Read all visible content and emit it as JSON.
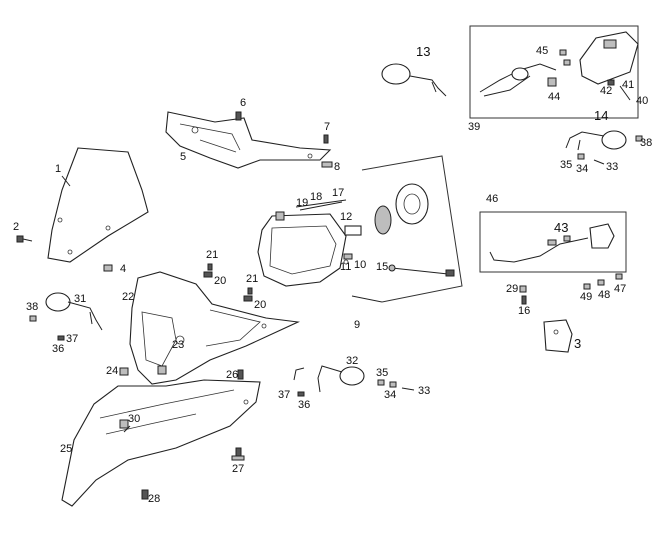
{
  "callouts": [
    {
      "id": "1",
      "text": "1"
    },
    {
      "id": "2",
      "text": "2"
    },
    {
      "id": "3",
      "text": "3"
    },
    {
      "id": "4",
      "text": "4"
    },
    {
      "id": "5",
      "text": "5"
    },
    {
      "id": "6",
      "text": "6"
    },
    {
      "id": "7",
      "text": "7"
    },
    {
      "id": "8",
      "text": "8"
    },
    {
      "id": "9",
      "text": "9"
    },
    {
      "id": "10",
      "text": "10"
    },
    {
      "id": "11",
      "text": "11"
    },
    {
      "id": "12",
      "text": "12"
    },
    {
      "id": "13",
      "text": "13"
    },
    {
      "id": "14",
      "text": "14"
    },
    {
      "id": "15",
      "text": "15"
    },
    {
      "id": "16",
      "text": "16"
    },
    {
      "id": "17",
      "text": "17"
    },
    {
      "id": "18",
      "text": "18"
    },
    {
      "id": "19",
      "text": "19"
    },
    {
      "id": "20a",
      "text": "20"
    },
    {
      "id": "20b",
      "text": "20"
    },
    {
      "id": "21a",
      "text": "21"
    },
    {
      "id": "21b",
      "text": "21"
    },
    {
      "id": "22",
      "text": "22"
    },
    {
      "id": "23",
      "text": "23"
    },
    {
      "id": "24",
      "text": "24"
    },
    {
      "id": "25",
      "text": "25"
    },
    {
      "id": "26",
      "text": "26"
    },
    {
      "id": "27",
      "text": "27"
    },
    {
      "id": "28",
      "text": "28"
    },
    {
      "id": "29",
      "text": "29"
    },
    {
      "id": "30",
      "text": "30"
    },
    {
      "id": "31",
      "text": "31"
    },
    {
      "id": "32",
      "text": "32"
    },
    {
      "id": "33a",
      "text": "33"
    },
    {
      "id": "33b",
      "text": "33"
    },
    {
      "id": "34a",
      "text": "34"
    },
    {
      "id": "34b",
      "text": "34"
    },
    {
      "id": "35a",
      "text": "35"
    },
    {
      "id": "35b",
      "text": "35"
    },
    {
      "id": "36a",
      "text": "36"
    },
    {
      "id": "36b",
      "text": "36"
    },
    {
      "id": "37a",
      "text": "37"
    },
    {
      "id": "37b",
      "text": "37"
    },
    {
      "id": "38a",
      "text": "38"
    },
    {
      "id": "38b",
      "text": "38"
    },
    {
      "id": "39",
      "text": "39"
    },
    {
      "id": "40",
      "text": "40"
    },
    {
      "id": "41",
      "text": "41"
    },
    {
      "id": "42",
      "text": "42"
    },
    {
      "id": "43",
      "text": "43"
    },
    {
      "id": "44",
      "text": "44"
    },
    {
      "id": "45",
      "text": "45"
    },
    {
      "id": "46",
      "text": "46"
    },
    {
      "id": "47",
      "text": "47"
    },
    {
      "id": "48",
      "text": "48"
    },
    {
      "id": "49",
      "text": "49"
    }
  ]
}
